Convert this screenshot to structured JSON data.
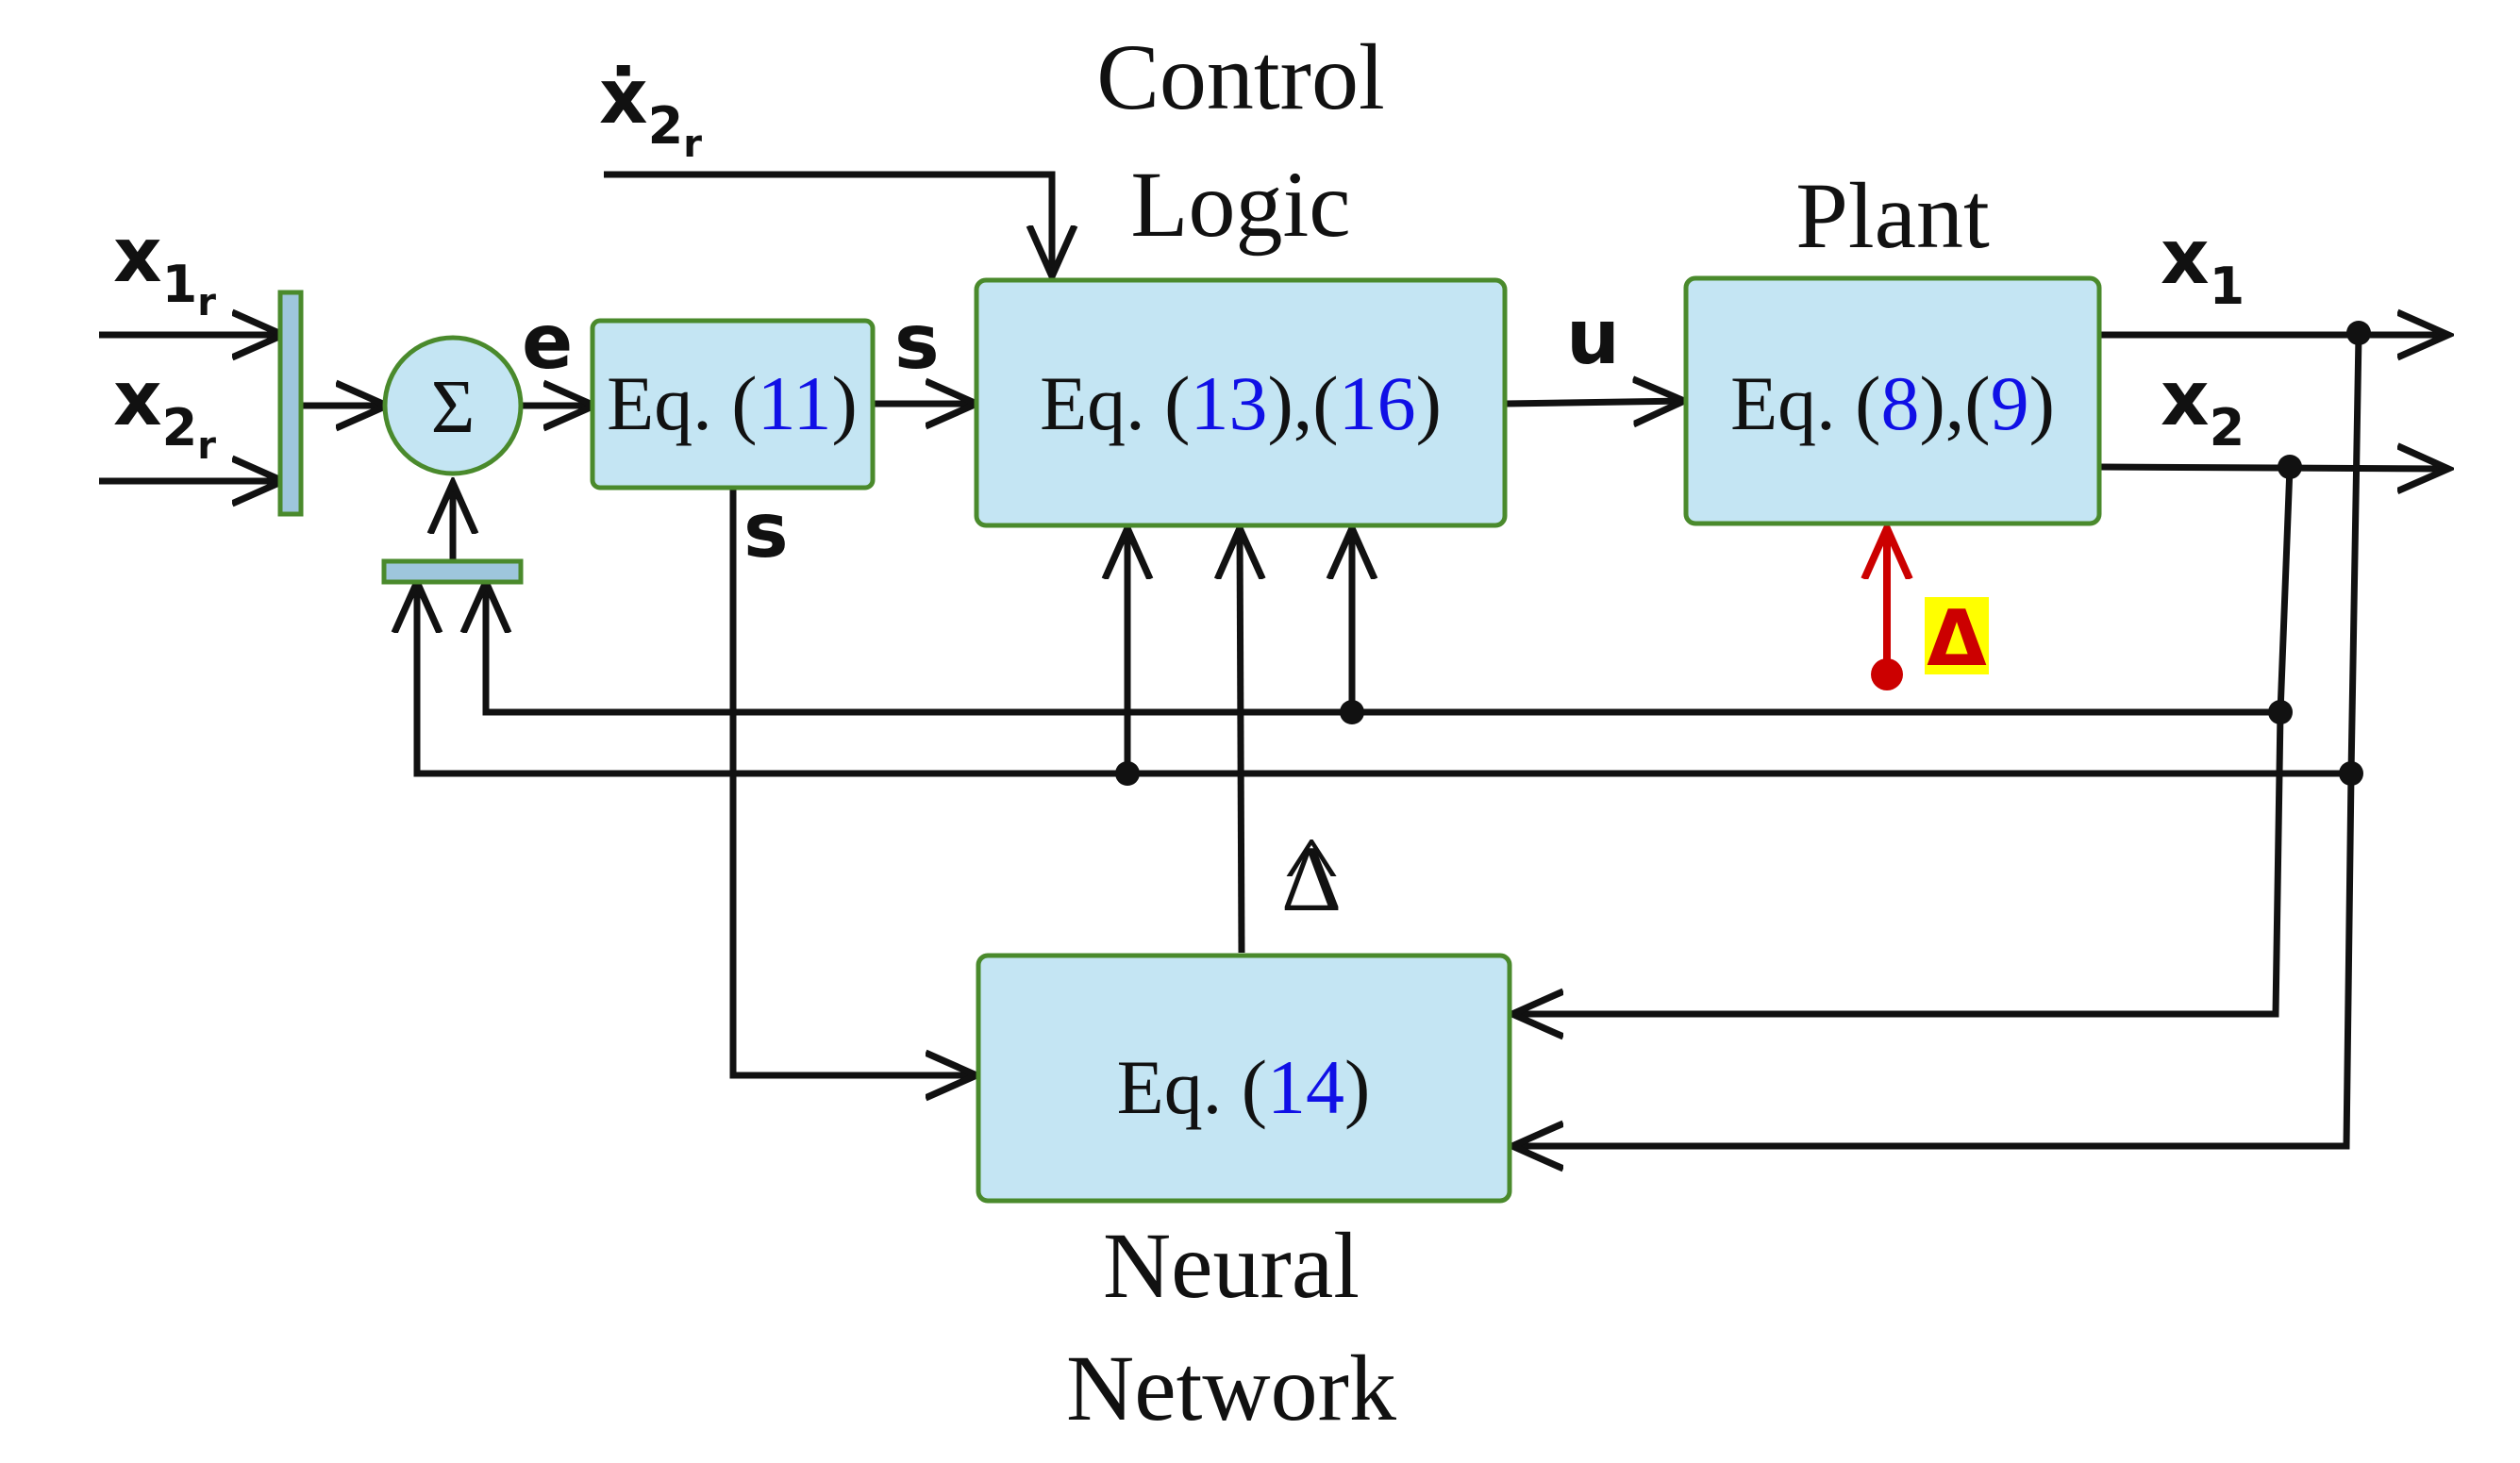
{
  "blocks": {
    "control_logic": {
      "title_line1": "Control",
      "title_line2": "Logic",
      "eq_prefix": "Eq. (",
      "ref_a": "13",
      "mid": "),(",
      "ref_b": "16",
      "eq_suffix": ")"
    },
    "plant": {
      "title": "Plant",
      "eq_prefix": "Eq. (",
      "ref_a": "8",
      "mid": "),(",
      "ref_b": "9",
      "eq_suffix": ")"
    },
    "sliding_surface": {
      "eq_prefix": "Eq. (",
      "ref": "11",
      "eq_suffix": ")"
    },
    "neural_network": {
      "title_line1": "Neural",
      "title_line2": "Network",
      "eq_prefix": "Eq. (",
      "ref": "14",
      "eq_suffix": ")"
    },
    "summer": {
      "symbol": "Σ"
    }
  },
  "signals": {
    "x1r": {
      "main": "x",
      "sub": "1",
      "subsub": "r"
    },
    "x2r": {
      "main": "x",
      "sub": "2",
      "subsub": "r"
    },
    "x2r_dot": {
      "main": "ẋ",
      "sub": "2",
      "subsub": "r"
    },
    "e": "e",
    "s_out": "s",
    "s_down": "s",
    "u": "u",
    "x1": {
      "main": "x",
      "sub": "1"
    },
    "x2": {
      "main": "x",
      "sub": "2"
    },
    "delta_hat": {
      "hat": "^",
      "symbol": "Δ"
    },
    "delta": "Δ"
  },
  "colors": {
    "block_fill": "#c4e5f3",
    "block_border": "#4a8a2c",
    "equation_ref": "#1010e6",
    "disturbance_arrow": "#cc0000",
    "disturbance_highlight": "#ffff00",
    "wire": "#111111"
  }
}
